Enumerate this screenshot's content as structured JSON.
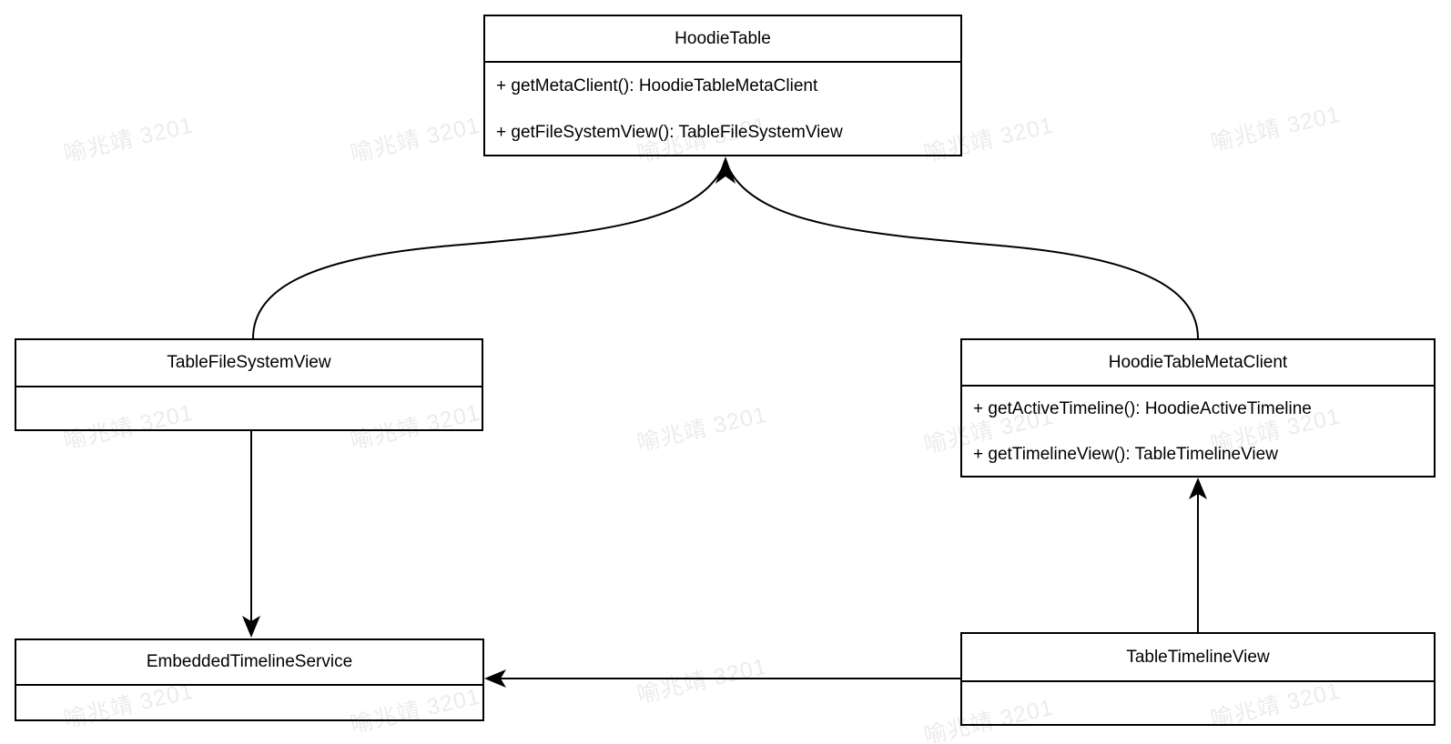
{
  "classes": {
    "hoodie_table": {
      "name": "HoodieTable",
      "methods": [
        "+ getMetaClient(): HoodieTableMetaClient",
        "+ getFileSystemView(): TableFileSystemView"
      ]
    },
    "table_file_system_view": {
      "name": "TableFileSystemView",
      "methods": []
    },
    "hoodie_table_meta_client": {
      "name": "HoodieTableMetaClient",
      "methods": [
        "+ getActiveTimeline(): HoodieActiveTimeline",
        "+ getTimelineView(): TableTimelineView"
      ]
    },
    "embedded_timeline_service": {
      "name": "EmbeddedTimelineService",
      "methods": []
    },
    "table_timeline_view": {
      "name": "TableTimelineView",
      "methods": []
    }
  },
  "relations": [
    {
      "from": "TableFileSystemView",
      "to": "HoodieTable",
      "style": "curved-arrow"
    },
    {
      "from": "HoodieTableMetaClient",
      "to": "HoodieTable",
      "style": "curved-arrow"
    },
    {
      "from": "TableFileSystemView",
      "to": "EmbeddedTimelineService",
      "style": "straight-arrow"
    },
    {
      "from": "TableTimelineView",
      "to": "HoodieTableMetaClient",
      "style": "straight-arrow"
    },
    {
      "from": "TableTimelineView",
      "to": "EmbeddedTimelineService",
      "style": "straight-arrow"
    }
  ],
  "watermark": {
    "text": "喻兆靖 3201",
    "color": "#ebebeb"
  },
  "colors": {
    "line": "#000000",
    "box_border": "#000000",
    "box_background": "#ffffff",
    "page_background": "#ffffff"
  }
}
